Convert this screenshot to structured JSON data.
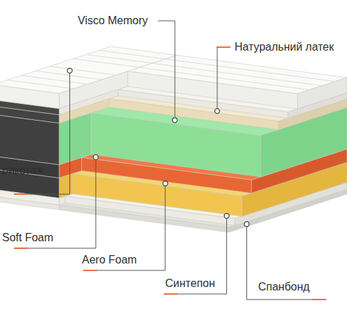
{
  "diagram": {
    "labels": [
      "Visco Memory",
      "Натуральний латек",
      "рикотаж",
      "Soft Foam",
      "Aero Foam",
      "Синтепон",
      "Спанбонд"
    ]
  }
}
